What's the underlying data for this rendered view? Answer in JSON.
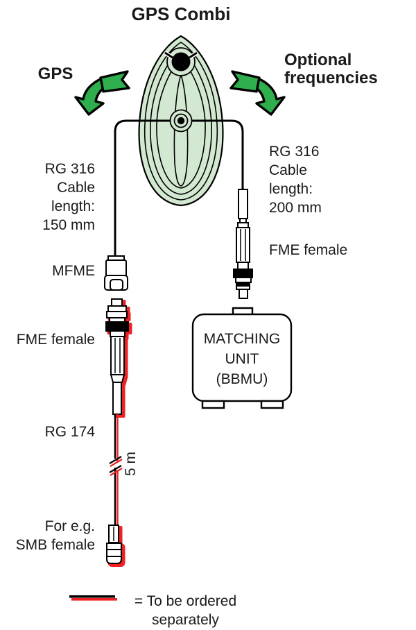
{
  "title": "GPS Combi",
  "colors": {
    "arrow_green": "#2fae4e",
    "antenna_fill": "#d3e8d1",
    "highlight_red": "#ee2224",
    "line_black": "#000000"
  },
  "icons": {
    "antenna": "gps-combi-antenna-icon",
    "left_arrow": "curved-arrow-down-left-icon",
    "right_arrow": "curved-arrow-down-right-icon",
    "legend_line": "red-black-cable-sample-icon"
  },
  "left_branch": {
    "output_label": "GPS",
    "cable_spec": "RG 316\nCable\nlength:\n150 mm",
    "connector_top_label": "MFME",
    "connector_mid_label": "FME female",
    "cable_label": "RG 174",
    "cable_length_label": "5 m",
    "connector_bottom_label": "For e.g.\nSMB female"
  },
  "right_branch": {
    "output_label": "Optional\nfrequencies",
    "cable_spec": "RG 316\nCable\nlength:\n200 mm",
    "connector_label": "FME female",
    "unit_label": "MATCHING\nUNIT\n(BBMU)"
  },
  "legend": {
    "text": "= To be ordered\nseparately"
  }
}
